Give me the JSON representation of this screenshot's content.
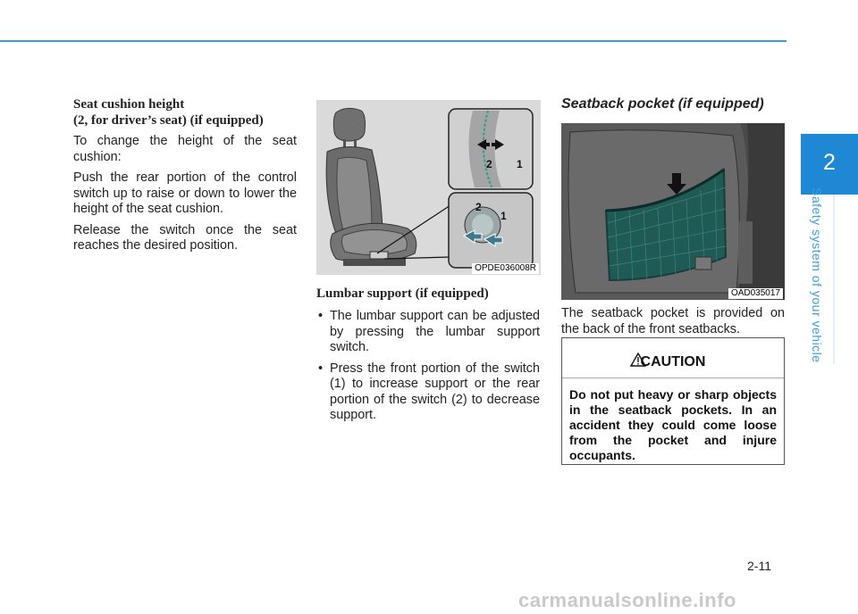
{
  "sidebar": {
    "chapter_number": "2",
    "chapter_title": "Safety system of your vehicle"
  },
  "left": {
    "heading_line1": "Seat cushion height",
    "heading_line2": "(2, for driver’s seat) (if equipped)",
    "paragraphs": [
      "To change the height of the seat cushion:",
      "Push the rear portion of the control switch up to raise or down to lower the height of the seat cushion.",
      "Release the switch once the seat reaches the desired position."
    ]
  },
  "middle": {
    "figure_code": "OPDE036008R",
    "callout_1": "1",
    "callout_2": "2",
    "heading": "Lumbar support (if equipped)",
    "bullets": [
      "The lumbar support can be adjusted by pressing the lumbar support switch.",
      "Press the front portion of the switch (1) to increase support or the rear portion of the switch (2) to decrease support."
    ]
  },
  "right": {
    "heading": "Seatback pocket (if equipped)",
    "figure_code": "OAD035017",
    "paragraph": "The seatback pocket is provided on the back of the front seatbacks.",
    "caution": {
      "label": "CAUTION",
      "text": "Do not put heavy or sharp objects in the seatback pockets. In an accident they could come loose from the pocket and injure occupants."
    }
  },
  "footer": {
    "page_number": "2-11",
    "watermark": "carmanualsonline.info"
  }
}
